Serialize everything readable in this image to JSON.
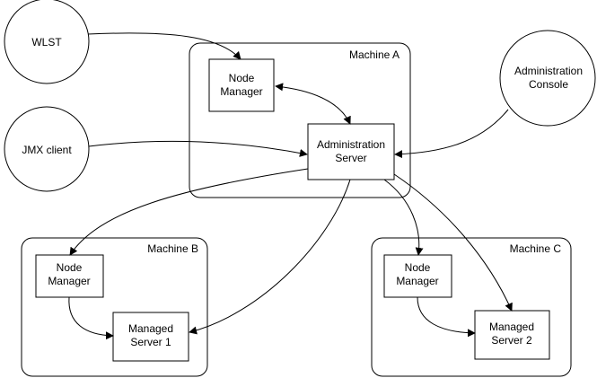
{
  "colors": {
    "stroke": "#000000",
    "fill": "#ffffff",
    "text": "#000000"
  },
  "clients": {
    "wlst": "WLST",
    "jmx": "JMX client",
    "console_line1": "Administration",
    "console_line2": "Console"
  },
  "machine_a": {
    "label": "Machine A",
    "node_manager_line1": "Node",
    "node_manager_line2": "Manager",
    "admin_server_line1": "Administration",
    "admin_server_line2": "Server"
  },
  "machine_b": {
    "label": "Machine B",
    "node_manager_line1": "Node",
    "node_manager_line2": "Manager",
    "managed_server_line1": "Managed",
    "managed_server_line2": "Server 1"
  },
  "machine_c": {
    "label": "Machine C",
    "node_manager_line1": "Node",
    "node_manager_line2": "Manager",
    "managed_server_line1": "Managed",
    "managed_server_line2": "Server 2"
  }
}
